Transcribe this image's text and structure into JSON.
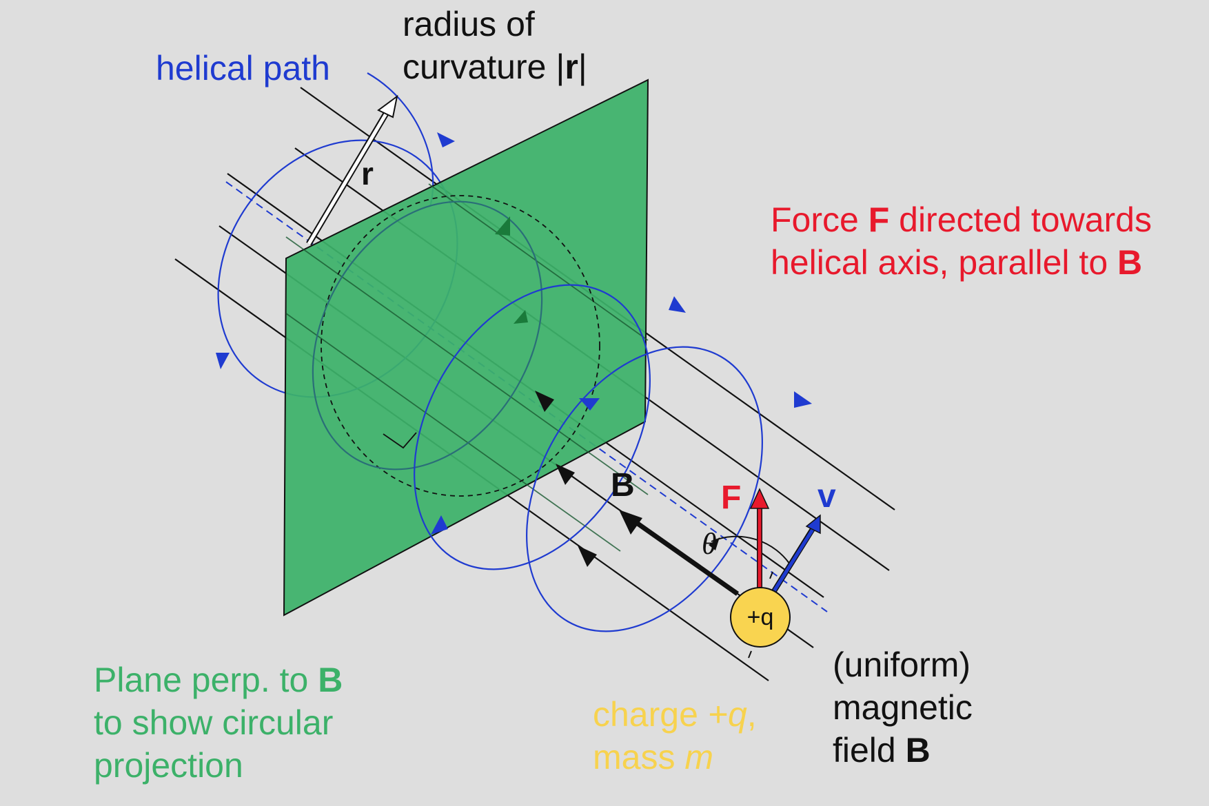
{
  "labels": {
    "helical_path": "helical path",
    "radius_line1": "radius of",
    "radius_line2_prefix": "curvature |",
    "radius_line2_bold": "r",
    "radius_line2_suffix": "|",
    "force_line1_prefix": "Force ",
    "force_line1_bold": "F",
    "force_line1_suffix": " directed towards",
    "force_line2_prefix": "helical axis, parallel to ",
    "force_line2_bold": "B",
    "plane_line1_prefix": "Plane perp. to ",
    "plane_line1_bold": "B",
    "plane_line2": "to show circular",
    "plane_line3": "projection",
    "charge_line1_prefix": "charge ",
    "charge_line1_italic": "+q",
    "charge_line1_suffix": ",",
    "charge_line2_prefix": "mass ",
    "charge_line2_italic": "m",
    "field_line1": "(uniform)",
    "field_line2": "magnetic",
    "field_line3_prefix": "field ",
    "field_line3_bold": "B"
  },
  "symbols": {
    "r_vector": "r",
    "B_vector": "B",
    "F_vector": "F",
    "v_vector": "v",
    "theta": "θ",
    "charge": "+q"
  },
  "colors": {
    "background": "#dedede",
    "plane": "#3cb169",
    "helix": "#1f3bd0",
    "force": "#e8192c",
    "charge_fill": "#f9d450",
    "field_lines": "#111111"
  }
}
